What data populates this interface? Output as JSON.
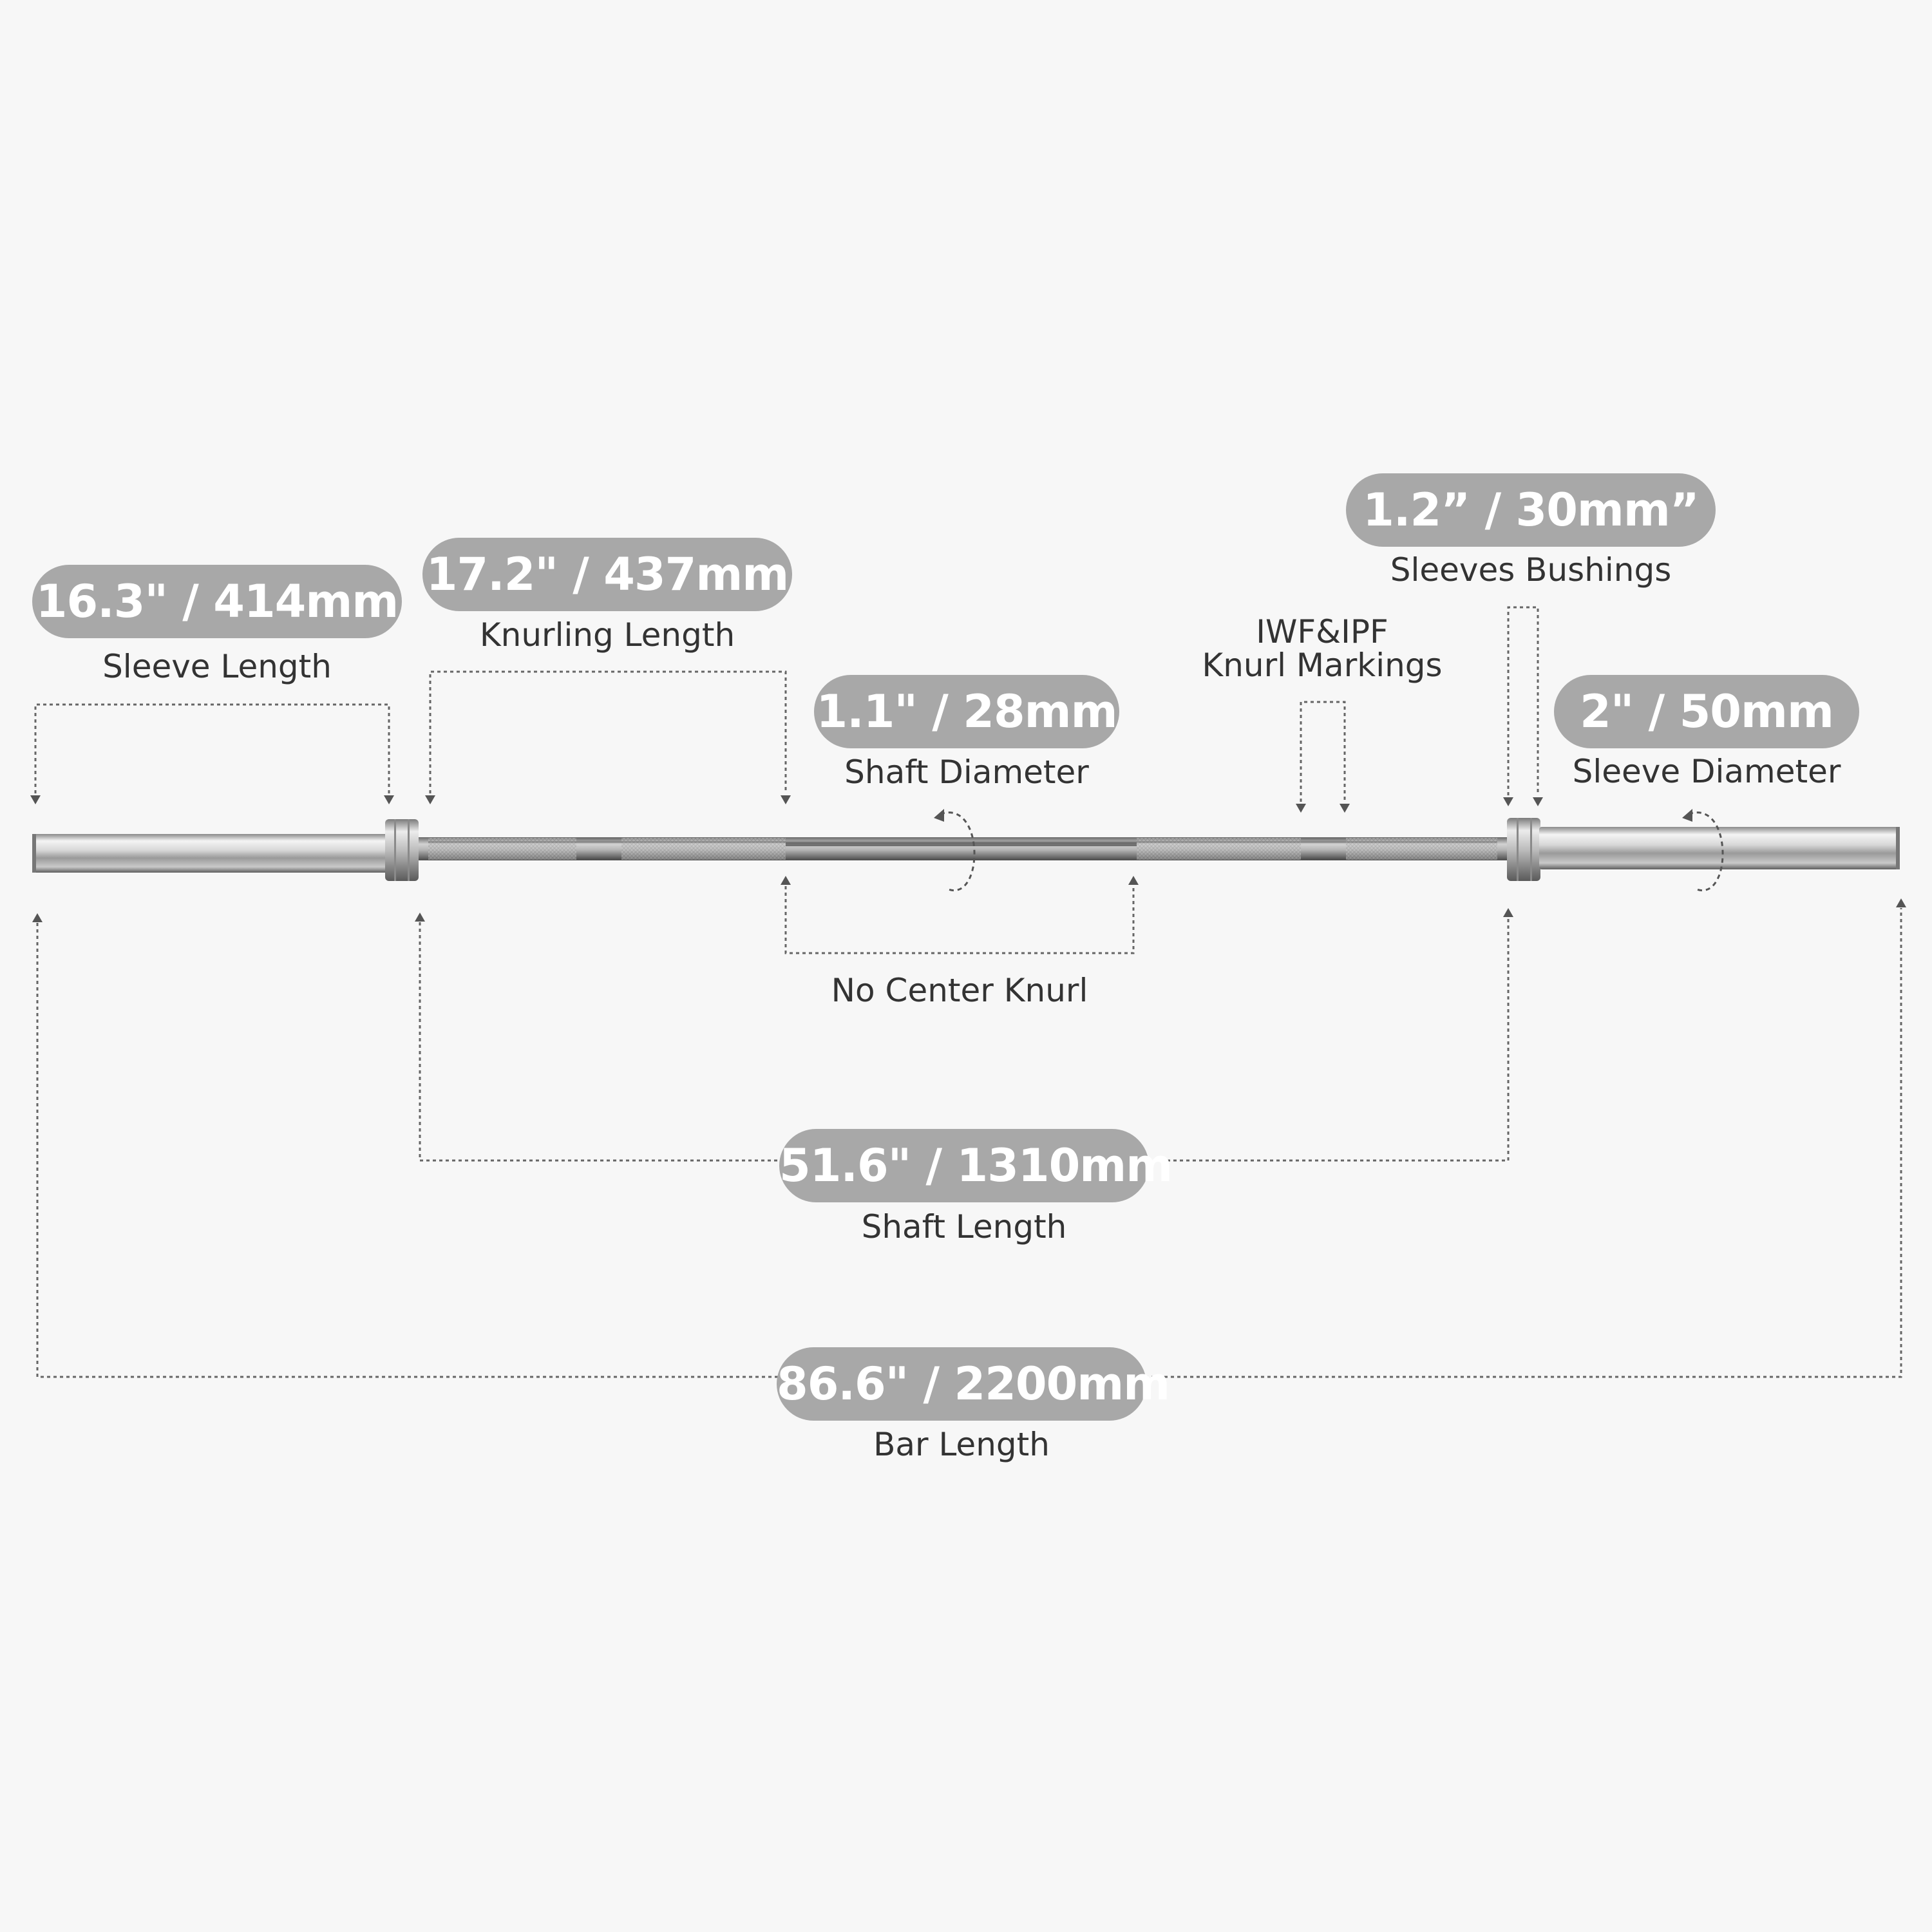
{
  "colors": {
    "background": "#f7f7f7",
    "label_pill": "#a8a8a8",
    "label_text": "#ffffff",
    "caption_text": "#333333",
    "dimension_line": "#666666",
    "chrome_light": "#f2f2f2",
    "chrome_dark": "#6e6e6e"
  },
  "specs": {
    "sleeve_length": {
      "value": "16.3\" / 414mm",
      "caption": "Sleeve Length"
    },
    "knurling_length": {
      "value": "17.2\" / 437mm",
      "caption": "Knurling Length"
    },
    "shaft_diameter": {
      "value": "1.1\" / 28mm",
      "caption": "Shaft Diameter"
    },
    "knurl_markings": {
      "caption_line1": "IWF&IPF",
      "caption_line2": "Knurl Markings"
    },
    "sleeves_bushings": {
      "value": "1.2” / 30mm”",
      "caption": "Sleeves Bushings"
    },
    "sleeve_diameter": {
      "value": "2\" / 50mm",
      "caption": "Sleeve Diameter"
    },
    "no_center_knurl": {
      "caption": "No Center Knurl"
    },
    "shaft_length": {
      "value": "51.6\" / 1310mm",
      "caption": "Shaft Length"
    },
    "bar_length": {
      "value": "86.6\" / 2200mm",
      "caption": "Bar Length"
    }
  }
}
